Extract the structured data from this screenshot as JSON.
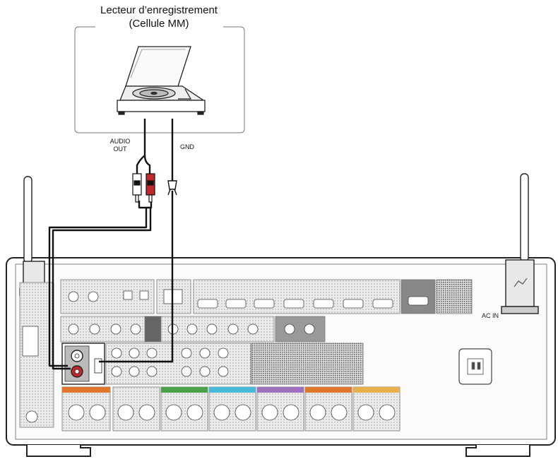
{
  "device": {
    "title_line1": "Lecteur d’enregistrement",
    "title_line2": "(Cellule MM)"
  },
  "labels": {
    "audio_out_line1": "AUDIO",
    "audio_out_line2": "OUT",
    "gnd": "GND",
    "ac_in": "AC IN"
  },
  "colors": {
    "cable": "#111111",
    "red_plug": "#c0282d",
    "panel_bg": "#f4f4f4",
    "terminal_orange": "#e0782c",
    "terminal_green": "#4aa24a",
    "terminal_cyan": "#48b8d6",
    "terminal_purple": "#a070c0",
    "terminal_yellow": "#e8b04a"
  }
}
